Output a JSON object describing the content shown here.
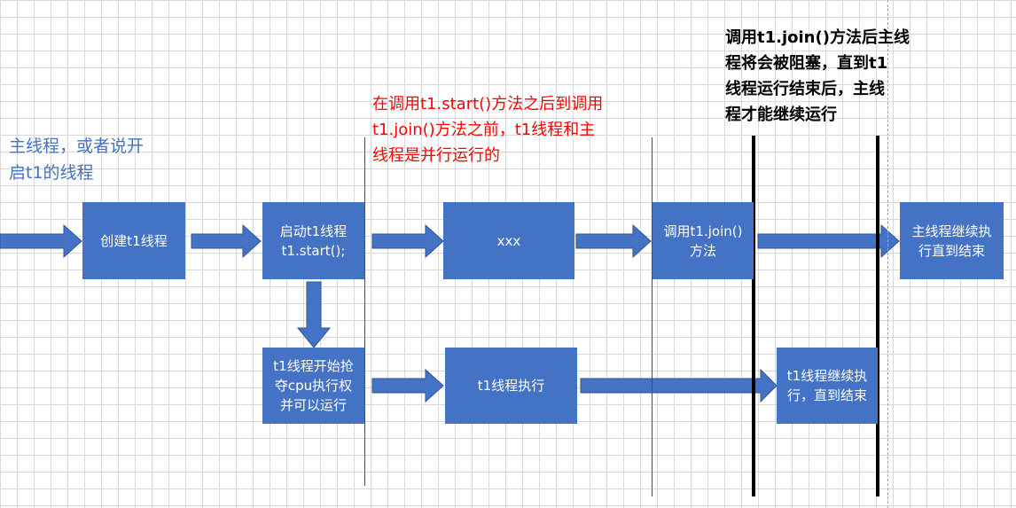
{
  "annotations": {
    "main_thread": "主线程，或者说开\n启t1的线程",
    "parallel": "在调用t1.start()方法之后到调用\nt1.join()方法之前，t1线程和主\n线程是并行运行的",
    "join_block": "调用t1.join()方法后主线\n程将会被阻塞，直到t1\n线程运行结束后，主线\n程才能继续运行"
  },
  "boxes": {
    "create_t1": "创建t1线程",
    "start_t1": "启动t1线程\nt1.start();",
    "xxx": "xxx",
    "call_join": "调用t1.join()\n方法",
    "main_continue": "主线程继续执\n行直到结束",
    "t1_compete_cpu": "t1线程开始抢\n夺cpu执行权\n并可以运行",
    "t1_running": "t1线程执行",
    "t1_continue": "t1线程继续执\n行，直到结束"
  },
  "colors": {
    "box_fill": "#4472c4",
    "arrow_fill": "#4472c4",
    "main_note": "#4472c4",
    "parallel_note": "#ff0000",
    "join_note": "#000000",
    "red_line": "#ff0000",
    "black_line": "#000000"
  }
}
